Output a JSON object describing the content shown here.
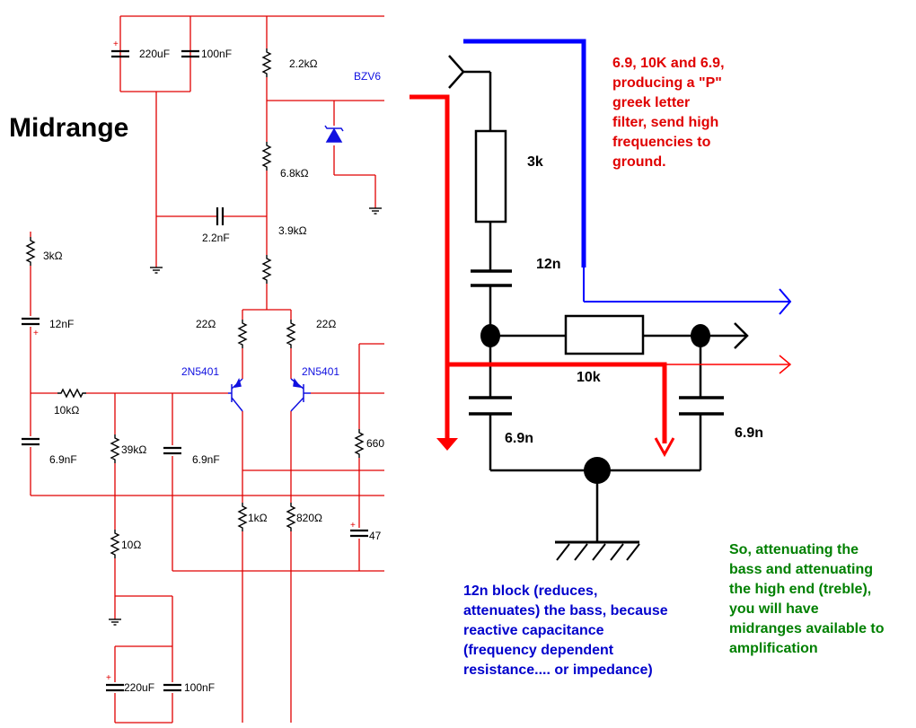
{
  "title": "Midrange",
  "circuit_labels": {
    "c_bulk_top": "220uF",
    "c_small_top": "100nF",
    "r_2k2": "2.2kΩ",
    "zener": "BZV6",
    "r_6k8": "6.8kΩ",
    "c_2n2": "2.2nF",
    "r_3k9": "3.9kΩ",
    "r_3k": "3kΩ",
    "c_12nf": "12nF",
    "r_22_left": "22Ω",
    "r_22_right": "22Ω",
    "q_left": "2N5401",
    "q_right": "2N5401",
    "r_10k": "10kΩ",
    "r_39k": "39kΩ",
    "c_6n9_left": "6.9nF",
    "c_6n9_mid": "6.9nF",
    "r_660": "660",
    "r_1k": "1kΩ",
    "r_820": "820Ω",
    "c_47": "47",
    "r_10": "10Ω",
    "c_bulk_bottom": "220uF",
    "c_small_bottom": "100nF"
  },
  "filter_labels": {
    "r_3k": "3k",
    "c_12n": "12n",
    "r_10k": "10k",
    "c_6n9_left": "6.9n",
    "c_6n9_right": "6.9n"
  },
  "notes": {
    "red": "6.9, 10K and 6.9,\nproducing a \"P\"\ngreek letter\nfilter, send high\nfrequencies to\nground.",
    "blue": "12n block (reduces,\nattenuates) the bass, because\nreactive capacitance\n(frequency dependent\nresistance.... or impedance)",
    "green": "So, attenuating the\nbass and attenuating\nthe high end (treble),\nyou will have\nmidranges available to\namplification"
  },
  "colors": {
    "schematic_wire": "#e00000",
    "component": "#000000",
    "transistor_and_zener": "#1010e0",
    "red_arrow": "#ff0000",
    "blue_arrow": "#0000ff",
    "red_note": "#e00000",
    "blue_note": "#0000cc",
    "green_note": "#008000"
  }
}
